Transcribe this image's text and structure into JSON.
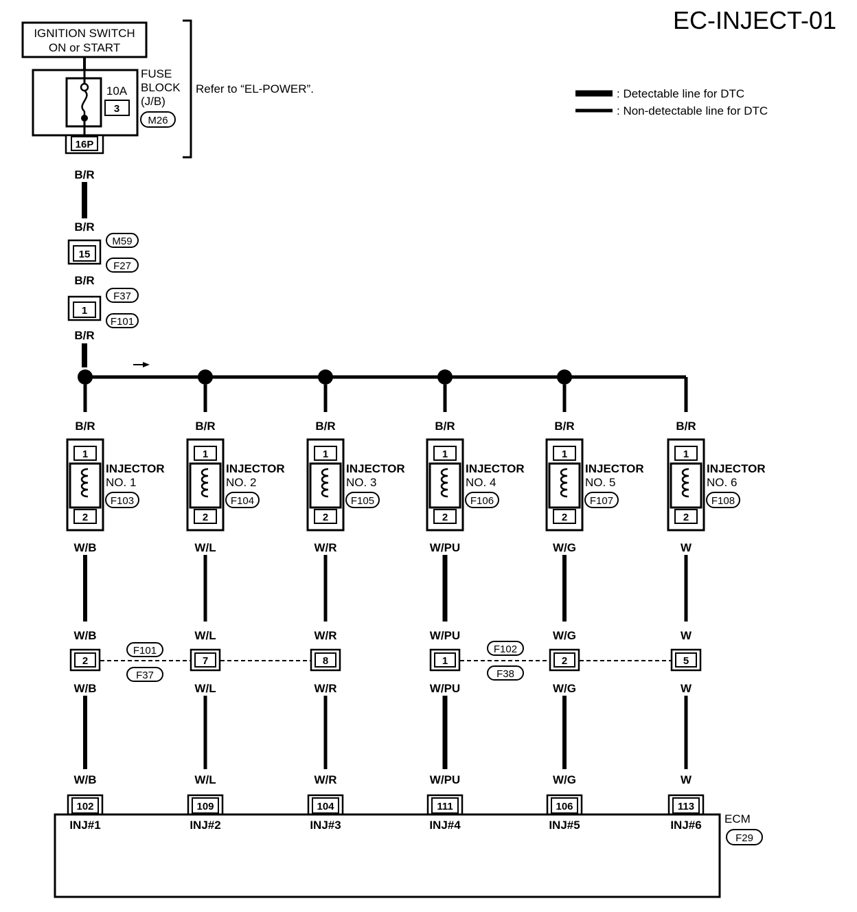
{
  "title": "EC-INJECT-01",
  "legend": {
    "detectable": ": Detectable line for DTC",
    "non_detectable": ": Non-detectable line for DTC"
  },
  "ignition": {
    "line1": "IGNITION SWITCH",
    "line2": "ON or START"
  },
  "fuse": {
    "rating": "10A",
    "number": "3",
    "label_lines": [
      "FUSE",
      "BLOCK",
      "(J/B)"
    ],
    "connector": "M26",
    "pin_block": "16P",
    "refer": "Refer to “EL-POWER”."
  },
  "supply": {
    "wire": "B/R",
    "conn1": {
      "pin": "15",
      "tag_top": "M59",
      "tag_bottom": "F27"
    },
    "conn2": {
      "pin": "1",
      "tag_top": "F37",
      "tag_bottom": "F101"
    }
  },
  "injectors": [
    {
      "name": "INJECTOR",
      "no": "NO. 1",
      "connector": "F103",
      "pin_top": "1",
      "pin_bottom": "2",
      "supply_wire": "B/R",
      "signal_wire": "W/B",
      "junction_pin": "2",
      "ecm_pin": "102",
      "ecm_label": "INJ#1"
    },
    {
      "name": "INJECTOR",
      "no": "NO. 2",
      "connector": "F104",
      "pin_top": "1",
      "pin_bottom": "2",
      "supply_wire": "B/R",
      "signal_wire": "W/L",
      "junction_pin": "7",
      "ecm_pin": "109",
      "ecm_label": "INJ#2"
    },
    {
      "name": "INJECTOR",
      "no": "NO. 3",
      "connector": "F105",
      "pin_top": "1",
      "pin_bottom": "2",
      "supply_wire": "B/R",
      "signal_wire": "W/R",
      "junction_pin": "8",
      "ecm_pin": "104",
      "ecm_label": "INJ#3"
    },
    {
      "name": "INJECTOR",
      "no": "NO. 4",
      "connector": "F106",
      "pin_top": "1",
      "pin_bottom": "2",
      "supply_wire": "B/R",
      "signal_wire": "W/PU",
      "junction_pin": "1",
      "ecm_pin": "111",
      "ecm_label": "INJ#4"
    },
    {
      "name": "INJECTOR",
      "no": "NO. 5",
      "connector": "F107",
      "pin_top": "1",
      "pin_bottom": "2",
      "supply_wire": "B/R",
      "signal_wire": "W/G",
      "junction_pin": "2",
      "ecm_pin": "106",
      "ecm_label": "INJ#5"
    },
    {
      "name": "INJECTOR",
      "no": "NO. 6",
      "connector": "F108",
      "pin_top": "1",
      "pin_bottom": "2",
      "supply_wire": "B/R",
      "signal_wire": "W",
      "junction_pin": "5",
      "ecm_pin": "113",
      "ecm_label": "INJ#6"
    }
  ],
  "junction_tags": {
    "left_top": "F101",
    "left_bottom": "F37",
    "right_top": "F102",
    "right_bottom": "F38"
  },
  "ecm": {
    "name": "ECM",
    "connector": "F29"
  }
}
